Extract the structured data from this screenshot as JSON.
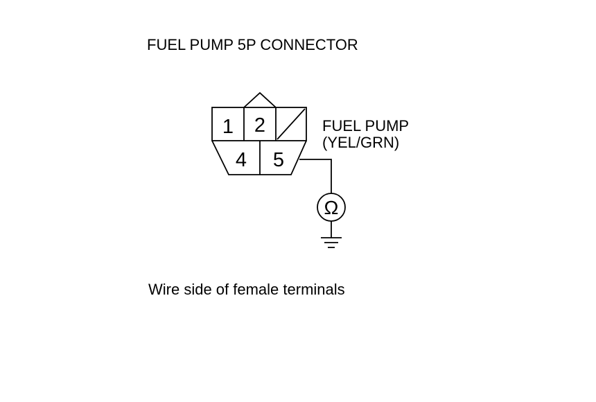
{
  "diagram": {
    "title": "FUEL PUMP 5P CONNECTOR",
    "connector": {
      "pins": [
        {
          "label": "1",
          "row": "top"
        },
        {
          "label": "2",
          "row": "top"
        },
        {
          "label": "",
          "row": "top",
          "unused": true
        },
        {
          "label": "4",
          "row": "bottom"
        },
        {
          "label": "5",
          "row": "bottom"
        }
      ]
    },
    "wire_label": {
      "line1": "FUEL PUMP",
      "line2": "(YEL/GRN)"
    },
    "meter": {
      "symbol": "Ω",
      "icon": "ohmmeter-icon"
    },
    "ground": {
      "icon": "ground-icon"
    },
    "caption": "Wire side of female terminals"
  }
}
